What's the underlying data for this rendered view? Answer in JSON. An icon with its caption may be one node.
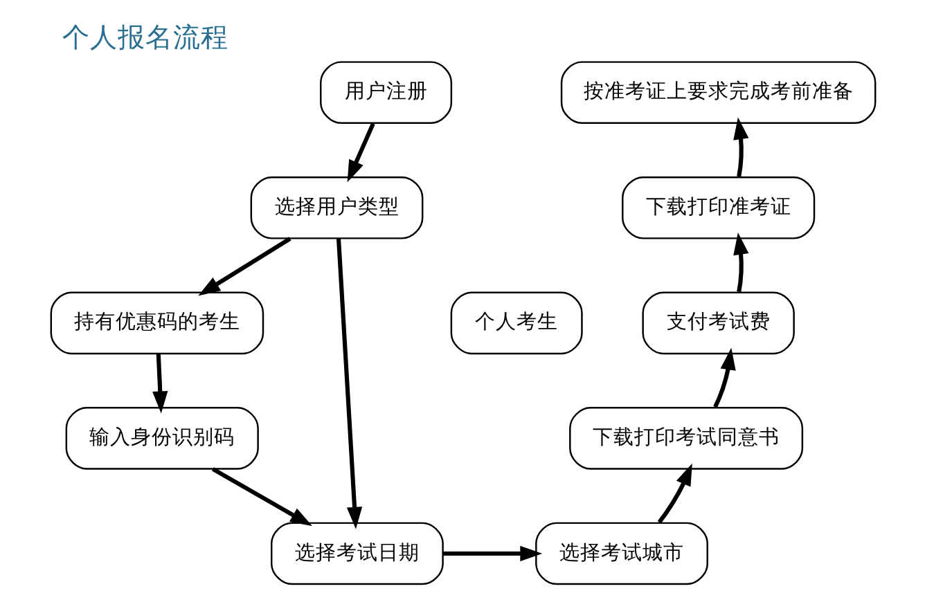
{
  "diagram": {
    "title": "个人报名流程",
    "nodes": [
      {
        "text": [
          "用户注册"
        ]
      },
      {
        "text": [
          "按准考证上要求完成考前准备"
        ]
      },
      {
        "text": [
          "选择用户类型"
        ]
      },
      {
        "text": [
          "下载打印准考证"
        ]
      },
      {
        "text": [
          "个人考生"
        ]
      },
      {
        "text": [
          "持有优惠码的考生"
        ]
      },
      {
        "text": [
          "支付考试费"
        ]
      },
      {
        "text": [
          "输入身份识别码"
        ]
      },
      {
        "text": [
          "下载打印考试同意书"
        ]
      },
      {
        "text": [
          "选择考试日期"
        ]
      },
      {
        "text": [
          "选择考试城市"
        ]
      }
    ],
    "edges": [
      {
        "from": 0,
        "to": 2,
        "arrow": "to"
      },
      {
        "from": 2,
        "to": 9,
        "arrow": "to"
      },
      {
        "from": 2,
        "to": 5,
        "arrow": "to"
      },
      {
        "from": 5,
        "to": 7,
        "arrow": "to"
      },
      {
        "from": 7,
        "to": 9,
        "arrow": "to"
      },
      {
        "from": 9,
        "to": 10,
        "arrow": "to"
      },
      {
        "from": 10,
        "to": 8,
        "arrow": "to"
      },
      {
        "from": 8,
        "to": 6,
        "arrow": "to"
      },
      {
        "from": 6,
        "to": 3,
        "arrow": "to"
      },
      {
        "from": 3,
        "to": 1,
        "arrow": "to"
      }
    ]
  }
}
